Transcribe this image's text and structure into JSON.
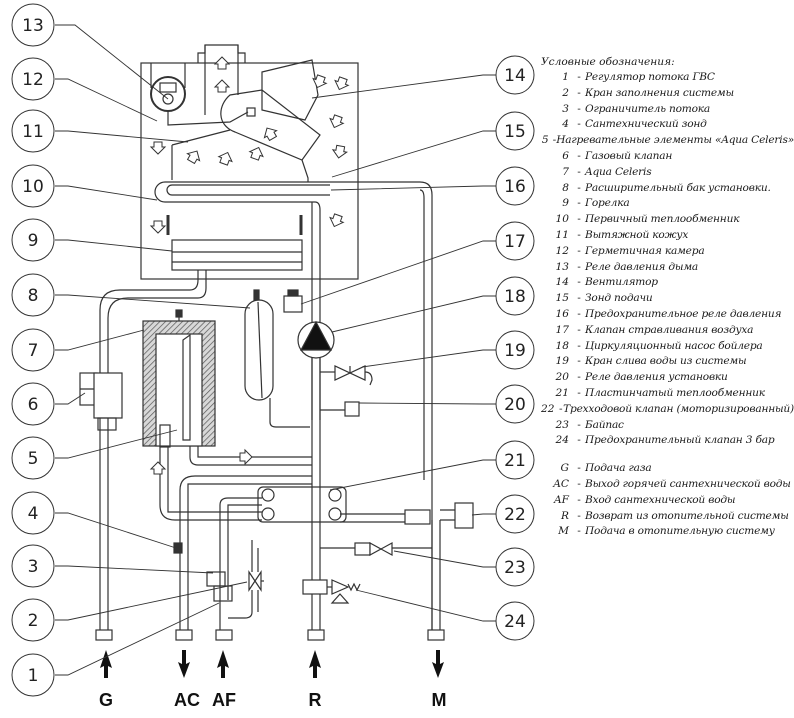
{
  "diagram": {
    "callouts": [
      {
        "id": "13",
        "label": "13"
      },
      {
        "id": "12",
        "label": "12"
      },
      {
        "id": "11",
        "label": "11"
      },
      {
        "id": "10",
        "label": "10"
      },
      {
        "id": "9",
        "label": "9"
      },
      {
        "id": "8",
        "label": "8"
      },
      {
        "id": "7",
        "label": "7"
      },
      {
        "id": "6",
        "label": "6"
      },
      {
        "id": "5",
        "label": "5"
      },
      {
        "id": "4",
        "label": "4"
      },
      {
        "id": "3",
        "label": "3"
      },
      {
        "id": "2",
        "label": "2"
      },
      {
        "id": "1",
        "label": "1"
      },
      {
        "id": "14",
        "label": "14"
      },
      {
        "id": "15",
        "label": "15"
      },
      {
        "id": "16",
        "label": "16"
      },
      {
        "id": "17",
        "label": "17"
      },
      {
        "id": "18",
        "label": "18"
      },
      {
        "id": "19",
        "label": "19"
      },
      {
        "id": "20",
        "label": "20"
      },
      {
        "id": "21",
        "label": "21"
      },
      {
        "id": "22",
        "label": "22"
      },
      {
        "id": "23",
        "label": "23"
      },
      {
        "id": "24",
        "label": "24"
      }
    ],
    "ports": [
      {
        "label": "G",
        "direction": "up"
      },
      {
        "label": "AC",
        "direction": "down"
      },
      {
        "label": "AF",
        "direction": "up"
      },
      {
        "label": "R",
        "direction": "up"
      },
      {
        "label": "M",
        "direction": "down"
      }
    ]
  },
  "legend": {
    "title": "Условные обозначения:",
    "items": [
      {
        "key": "1",
        "desc": "Регулятор потока ГВС"
      },
      {
        "key": "2",
        "desc": "Кран заполнения системы"
      },
      {
        "key": "3",
        "desc": "Ограничитель потока"
      },
      {
        "key": "4",
        "desc": "Сантехнический зонд"
      },
      {
        "key": "5",
        "desc": "Нагревательные элементы «Aqua Celeris»"
      },
      {
        "key": "6",
        "desc": "Газовый клапан"
      },
      {
        "key": "7",
        "desc": "Aqua Celeris"
      },
      {
        "key": "8",
        "desc": "Расширительный бак установки."
      },
      {
        "key": "9",
        "desc": "Горелка"
      },
      {
        "key": "10",
        "desc": "Первичный теплообменник"
      },
      {
        "key": "11",
        "desc": "Вытяжной кожух"
      },
      {
        "key": "12",
        "desc": "Герметичная камера"
      },
      {
        "key": "13",
        "desc": "Реле давления дыма"
      },
      {
        "key": "14",
        "desc": "Вентилятор"
      },
      {
        "key": "15",
        "desc": "Зонд подачи"
      },
      {
        "key": "16",
        "desc": "Предохранительное реле давления"
      },
      {
        "key": "17",
        "desc": "Клапан стравливания воздуха"
      },
      {
        "key": "18",
        "desc": "Циркуляционный насос бойлера"
      },
      {
        "key": "19",
        "desc": "Кран слива воды из системы"
      },
      {
        "key": "20",
        "desc": "Реле давления установки"
      },
      {
        "key": "21",
        "desc": "Пластинчатый теплообменник"
      },
      {
        "key": "22",
        "desc": "Трехходовой клапан (моторизированный)"
      },
      {
        "key": "23",
        "desc": "Байпас"
      },
      {
        "key": "24",
        "desc": "Предохранительный клапан 3 бар"
      }
    ],
    "ports": [
      {
        "key": "G",
        "desc": "Подача газа"
      },
      {
        "key": "AC",
        "desc": "Выход горячей сантехнической воды"
      },
      {
        "key": "AF",
        "desc": "Вход сантехнической воды"
      },
      {
        "key": "R",
        "desc": "Возврат из отопительной системы"
      },
      {
        "key": "M",
        "desc": "Подача в отопительную систему"
      }
    ]
  }
}
